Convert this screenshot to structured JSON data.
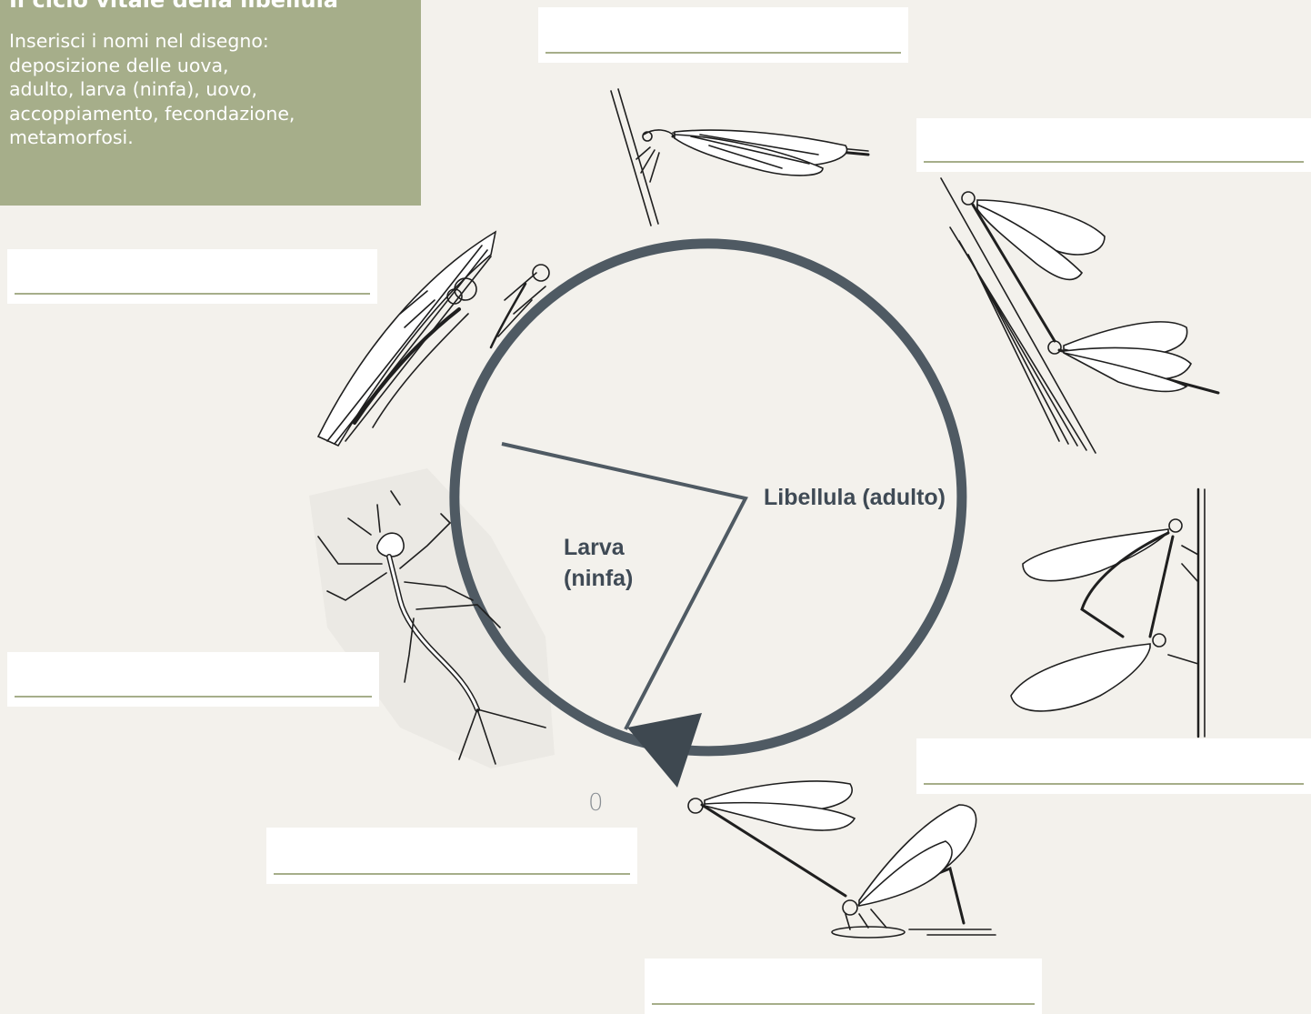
{
  "worksheet": {
    "title": "Il ciclo vitale della libellula",
    "instructions": [
      "Inserisci i nomi nel disegno:",
      "deposizione delle uova,",
      "adulto, larva (ninfa), uovo,",
      "accoppiamento, fecondazione,",
      "metamorfosi."
    ]
  },
  "diagram": {
    "adult_label": "Libellula (adulto)",
    "larva_label_line1": "Larva",
    "larva_label_line2": "(ninfa)",
    "egg_mark": "0",
    "cycle_color": "#4f5a63",
    "arrow_color": "#3e4850",
    "accent_color": "#a6ae8a"
  },
  "answer_fields": [
    {
      "id": "top",
      "value": ""
    },
    {
      "id": "right-top",
      "value": ""
    },
    {
      "id": "left-top",
      "value": ""
    },
    {
      "id": "left-middle",
      "value": ""
    },
    {
      "id": "right-bottom",
      "value": ""
    },
    {
      "id": "bottom-left",
      "value": ""
    },
    {
      "id": "bottom",
      "value": ""
    }
  ]
}
